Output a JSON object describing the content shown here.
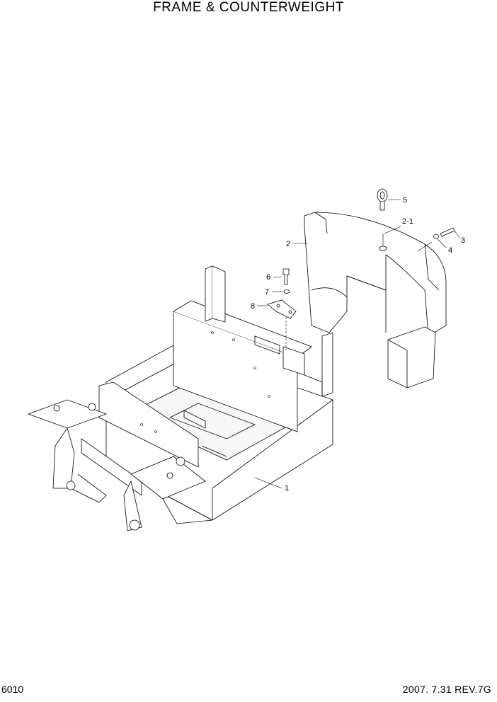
{
  "header": {
    "title": "FRAME & COUNTERWEIGHT"
  },
  "footer": {
    "page_code": "6010",
    "revision": "2007. 7.31  REV.7G"
  },
  "callouts": [
    "1",
    "2",
    "2-1",
    "3",
    "4",
    "5",
    "6",
    "7",
    "8"
  ]
}
